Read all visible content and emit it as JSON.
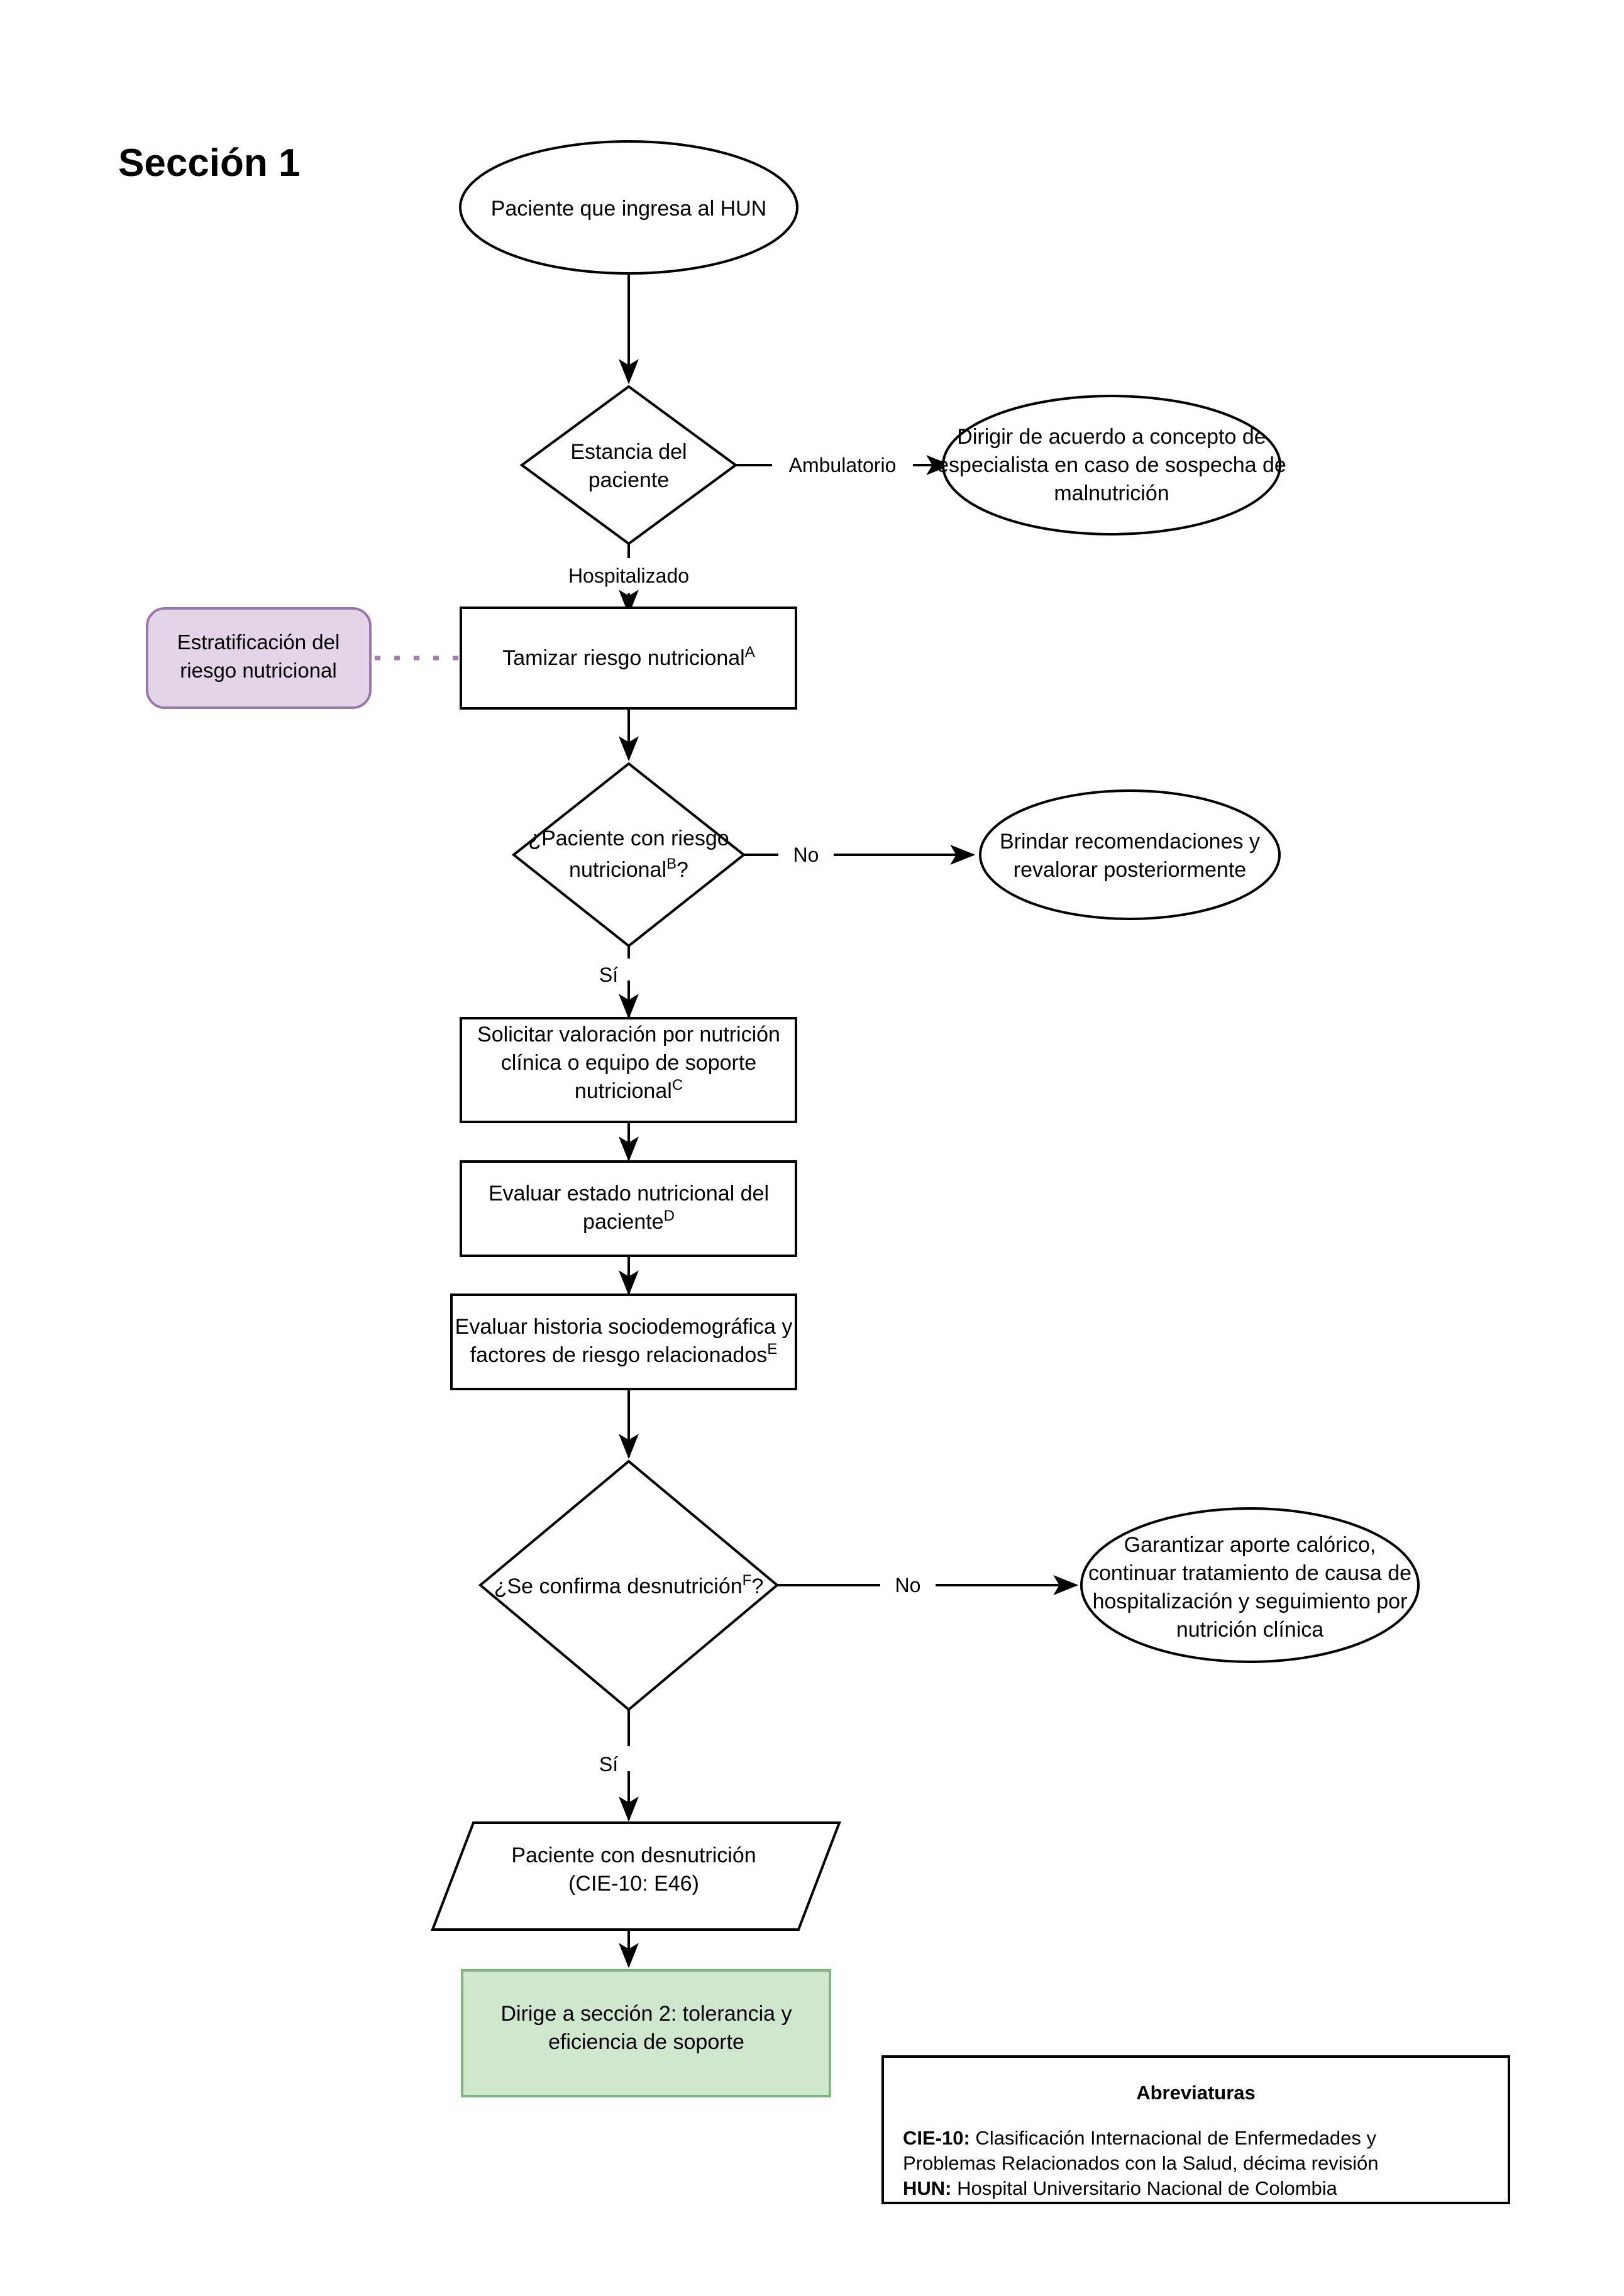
{
  "title": "Sección 1",
  "nodes": {
    "start": {
      "label": "Paciente que ingresa al HUN",
      "shape": "oval"
    },
    "decision_estancia": {
      "line1": "Estancia del",
      "line2": "paciente",
      "shape": "diamond"
    },
    "ambulatorio_out": {
      "line1": "Dirigir de acuerdo a concepto de",
      "line2": "especialista en caso de sospecha de",
      "line3": "malnutrición",
      "shape": "oval"
    },
    "annotation_estratificacion": {
      "line1": "Estratificación del",
      "line2": "riesgo nutricional",
      "shape": "rounded-rect"
    },
    "tamizar": {
      "label": "Tamizar riesgo nutricional",
      "sup": "A",
      "shape": "process"
    },
    "decision_riesgo": {
      "line1": "¿Paciente con riesgo",
      "line2": "nutricional",
      "sup": "B",
      "line2_tail": "?",
      "shape": "diamond"
    },
    "brindar_out": {
      "line1": "Brindar recomendaciones y",
      "line2": "revalorar posteriormente",
      "shape": "oval"
    },
    "solicitar": {
      "line1": "Solicitar valoración por nutrición",
      "line2": "clínica o equipo de soporte",
      "line3": "nutricional",
      "sup": "C",
      "shape": "process"
    },
    "evaluar_estado": {
      "line1": "Evaluar estado nutricional del",
      "line2": "paciente",
      "sup": "D",
      "shape": "process"
    },
    "evaluar_historia": {
      "line1": "Evaluar historia sociodemográfica y",
      "line2": "factores de riesgo relacionados",
      "sup": "E",
      "shape": "process"
    },
    "decision_desnutricion": {
      "line1": "¿Se confirma desnutrición",
      "sup": "F",
      "line1_tail": "?",
      "shape": "diamond"
    },
    "garantizar_out": {
      "line1": "Garantizar aporte calórico,",
      "line2": "continuar tratamiento de causa de",
      "line3": "hospitalización y seguimiento por",
      "line4": "nutrición clínica",
      "shape": "oval"
    },
    "paciente_desnutricion": {
      "line1": "Paciente con desnutrición",
      "line2": "(CIE-10: E46)",
      "shape": "parallelogram"
    },
    "dirige_seccion2": {
      "line1": "Dirige a sección 2: tolerancia y",
      "line2": "eficiencia de soporte",
      "shape": "terminal"
    }
  },
  "edge_labels": {
    "ambulatorio": "Ambulatorio",
    "hospitalizado": "Hospitalizado",
    "riesgo_no": "No",
    "riesgo_si": "Sí",
    "desnutricion_no": "No",
    "desnutricion_si": "Sí"
  },
  "legend": {
    "title": "Abreviaturas",
    "items": [
      {
        "term": "CIE-10:",
        "definition_line1": " Clasificación Internacional de Enfermedades y",
        "definition_line2": "Problemas Relacionados con la Salud, décima revisión"
      },
      {
        "term": "HUN:",
        "definition_line1": " Hospital Universitario Nacional de Colombia"
      }
    ]
  },
  "colors": {
    "annotation_fill": "#e3d4e8",
    "annotation_border": "#9b77ae",
    "terminal_fill": "#cfe7cd",
    "terminal_border": "#7cb97a",
    "stroke": "#000000",
    "background": "#ffffff"
  }
}
